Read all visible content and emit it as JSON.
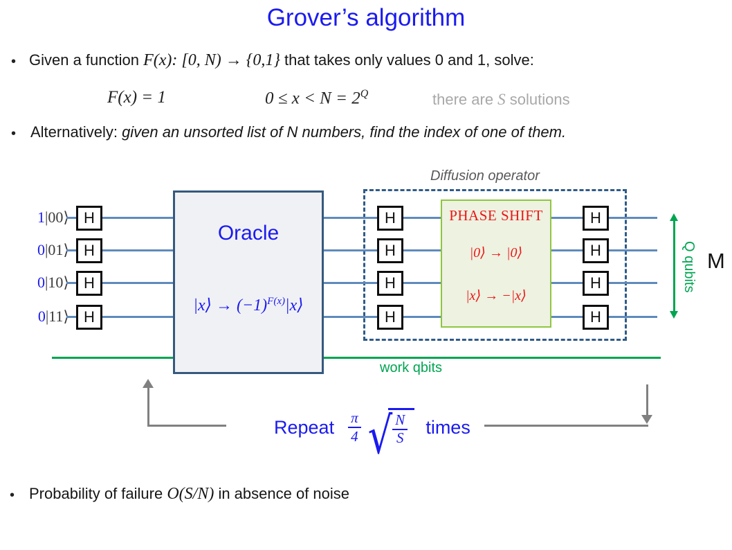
{
  "title": "Grover’s algorithm",
  "bullet1": {
    "marker": "•",
    "lead": "Given a function ",
    "math": "F(x): [0, N) → {0,1}",
    "tail": " that takes only values 0 and 1, solve:"
  },
  "equation": {
    "lhs": "F(x) = 1",
    "range": "0 ≤ x < N = 2",
    "range_sup": "Q",
    "note_pre": "there are ",
    "note_s": "S",
    "note_post": " solutions"
  },
  "bullet2": {
    "marker": "•",
    "lead": "Alternatively: ",
    "emph": "given an unsorted list of N numbers, find the index of one of them."
  },
  "circuit": {
    "diffusion_label": "Diffusion operator",
    "inputs": [
      {
        "amp": "1",
        "ket": "|00⟩"
      },
      {
        "amp": "0",
        "ket": "|01⟩"
      },
      {
        "amp": "0",
        "ket": "|10⟩"
      },
      {
        "amp": "0",
        "ket": "|11⟩"
      }
    ],
    "h": "H",
    "oracle_title": "Oracle",
    "oracle_formula_base": "|x⟩ → (−1)",
    "oracle_formula_sup": "F(x)",
    "oracle_formula_tail": "|x⟩",
    "phase_title": "PHASE SHIFT",
    "phase_line1": "|0⟩ → |0⟩",
    "phase_line2": "|x⟩ → −|x⟩",
    "q_qubits": "Q qubits",
    "m": "M",
    "work_qbits": "work qbits"
  },
  "repeat": {
    "word1": "Repeat",
    "frac_num": "π",
    "frac_den": "4",
    "sqrt_num": "N",
    "sqrt_den": "S",
    "word2": "times"
  },
  "bullet3": {
    "marker": "•",
    "lead": "Probability of failure ",
    "math": "O(S/N)",
    "tail": " in absence of noise"
  },
  "colors": {
    "accent_blue": "#1a1af0",
    "wire_blue": "#5f8abc",
    "oracle_border": "#35597e",
    "dashed_border": "#2f5b88",
    "green": "#00a551",
    "phase_border": "#8fc63f",
    "phase_fill": "#edf2e1",
    "red": "#ee1515",
    "note_gray": "#a8a8a8",
    "label_gray": "#595959",
    "arrow_gray": "#808080"
  }
}
